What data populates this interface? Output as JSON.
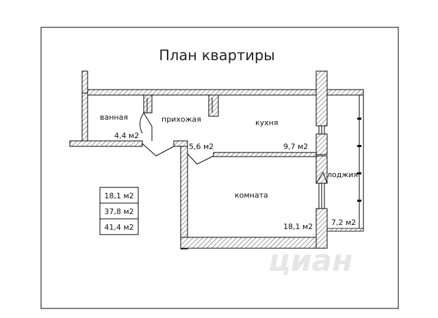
{
  "title": "План квартиры",
  "rooms": {
    "bathroom": {
      "name": "ванная",
      "area": "4,4 м2"
    },
    "hallway": {
      "name": "прихожая",
      "area": "5,6 м2"
    },
    "kitchen": {
      "name": "кухня",
      "area": "9,7 м2"
    },
    "loggia": {
      "name": "лоджия",
      "area": "7,2 м2"
    },
    "room": {
      "name": "комната",
      "area": "18,1 м2"
    }
  },
  "summary": [
    "18,1 м2",
    "37,8 м2",
    "41,4 м2"
  ],
  "watermark": "циан"
}
